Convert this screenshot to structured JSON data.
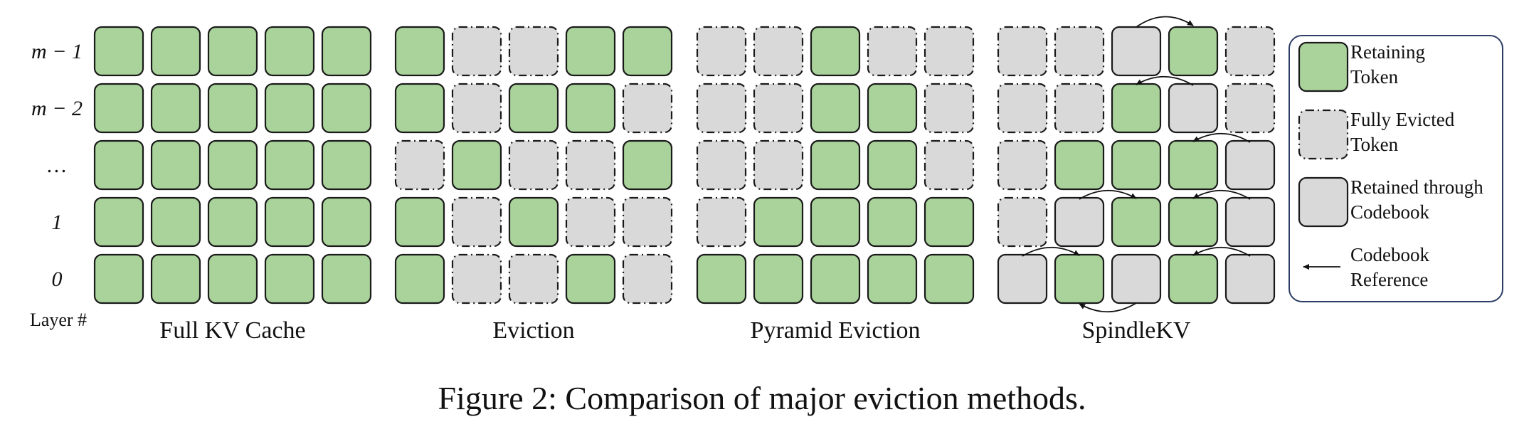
{
  "layer_axis": {
    "title": "Layer #",
    "rows": [
      "m − 1",
      "m − 2",
      "…",
      "1",
      "0"
    ]
  },
  "panels": [
    {
      "title": "Full KV Cache",
      "rows": [
        [
          "R",
          "R",
          "R",
          "R",
          "R"
        ],
        [
          "R",
          "R",
          "R",
          "R",
          "R"
        ],
        [
          "R",
          "R",
          "R",
          "R",
          "R"
        ],
        [
          "R",
          "R",
          "R",
          "R",
          "R"
        ],
        [
          "R",
          "R",
          "R",
          "R",
          "R"
        ]
      ]
    },
    {
      "title": "Eviction",
      "rows": [
        [
          "R",
          "E",
          "E",
          "R",
          "R"
        ],
        [
          "R",
          "E",
          "R",
          "R",
          "E"
        ],
        [
          "E",
          "R",
          "E",
          "E",
          "R"
        ],
        [
          "R",
          "E",
          "R",
          "E",
          "E"
        ],
        [
          "R",
          "E",
          "E",
          "R",
          "E"
        ]
      ]
    },
    {
      "title": "Pyramid Eviction",
      "rows": [
        [
          "E",
          "E",
          "R",
          "E",
          "E"
        ],
        [
          "E",
          "E",
          "R",
          "R",
          "E"
        ],
        [
          "E",
          "E",
          "R",
          "R",
          "E"
        ],
        [
          "E",
          "R",
          "R",
          "R",
          "R"
        ],
        [
          "R",
          "R",
          "R",
          "R",
          "R"
        ]
      ]
    },
    {
      "title": "SpindleKV",
      "rows": [
        [
          "E",
          "E",
          "C",
          "R",
          "E"
        ],
        [
          "E",
          "E",
          "R",
          "C",
          "E"
        ],
        [
          "E",
          "R",
          "R",
          "R",
          "C"
        ],
        [
          "E",
          "C",
          "R",
          "R",
          "C"
        ],
        [
          "C",
          "R",
          "C",
          "R",
          "C"
        ]
      ],
      "references": [
        {
          "from": [
            0,
            2
          ],
          "to": [
            0,
            3
          ]
        },
        {
          "from": [
            1,
            3
          ],
          "to": [
            1,
            2
          ]
        },
        {
          "from": [
            2,
            4
          ],
          "to": [
            2,
            3
          ]
        },
        {
          "from": [
            3,
            1
          ],
          "to": [
            3,
            2
          ]
        },
        {
          "from": [
            3,
            4
          ],
          "to": [
            3,
            3
          ]
        },
        {
          "from": [
            4,
            0
          ],
          "to": [
            4,
            1
          ]
        },
        {
          "from": [
            4,
            2
          ],
          "to": [
            4,
            1
          ]
        },
        {
          "from": [
            4,
            4
          ],
          "to": [
            4,
            3
          ]
        }
      ]
    }
  ],
  "legend": [
    {
      "kind": "R",
      "line1": "Retaining",
      "line2": "Token"
    },
    {
      "kind": "E",
      "line1": "Fully Evicted",
      "line2": "Token"
    },
    {
      "kind": "C",
      "line1": "Retained through",
      "line2": "Codebook"
    },
    {
      "kind": "A",
      "line1": "Codebook",
      "line2": "Reference"
    }
  ],
  "colors": {
    "retaining": "#a9d39a",
    "evicted": "#d9d9d9",
    "codebook": "#d9d9d9",
    "stroke": "#1a1a1a",
    "legend_border": "#2c3e66"
  },
  "caption": "Figure 2: Comparison of major eviction methods."
}
